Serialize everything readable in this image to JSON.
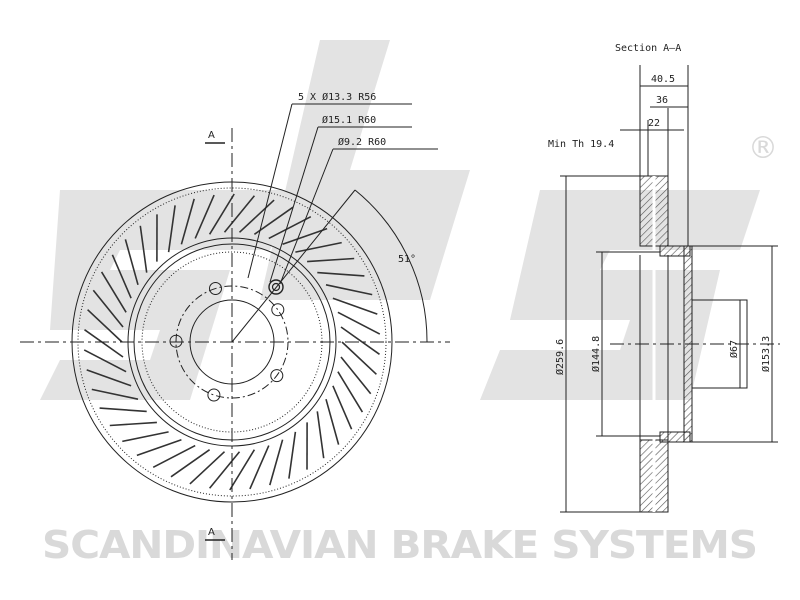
{
  "drawing": {
    "section_marker": "A",
    "section_title": "Section A–A",
    "hole_callout": "5 X Ø13.3 R56",
    "bore_callout": "Ø15.1 R60",
    "pin_callout": "Ø9.2 R60",
    "angle_label": "51°",
    "min_thickness": "Min Th 19.4",
    "width_total": "40.5",
    "width_hat": "36",
    "width_disc": "22",
    "dia_outer": "Ø259.6",
    "dia_inner": "Ø144.8",
    "dia_center": "Ø67",
    "dia_hat": "Ø153.3"
  },
  "watermark": {
    "brand": "SCANDINAVIAN BRAKE SYSTEMS",
    "registered": "®"
  },
  "colors": {
    "line": "#222222",
    "watermark": "#d9d9d9",
    "hatch": "#555555"
  }
}
